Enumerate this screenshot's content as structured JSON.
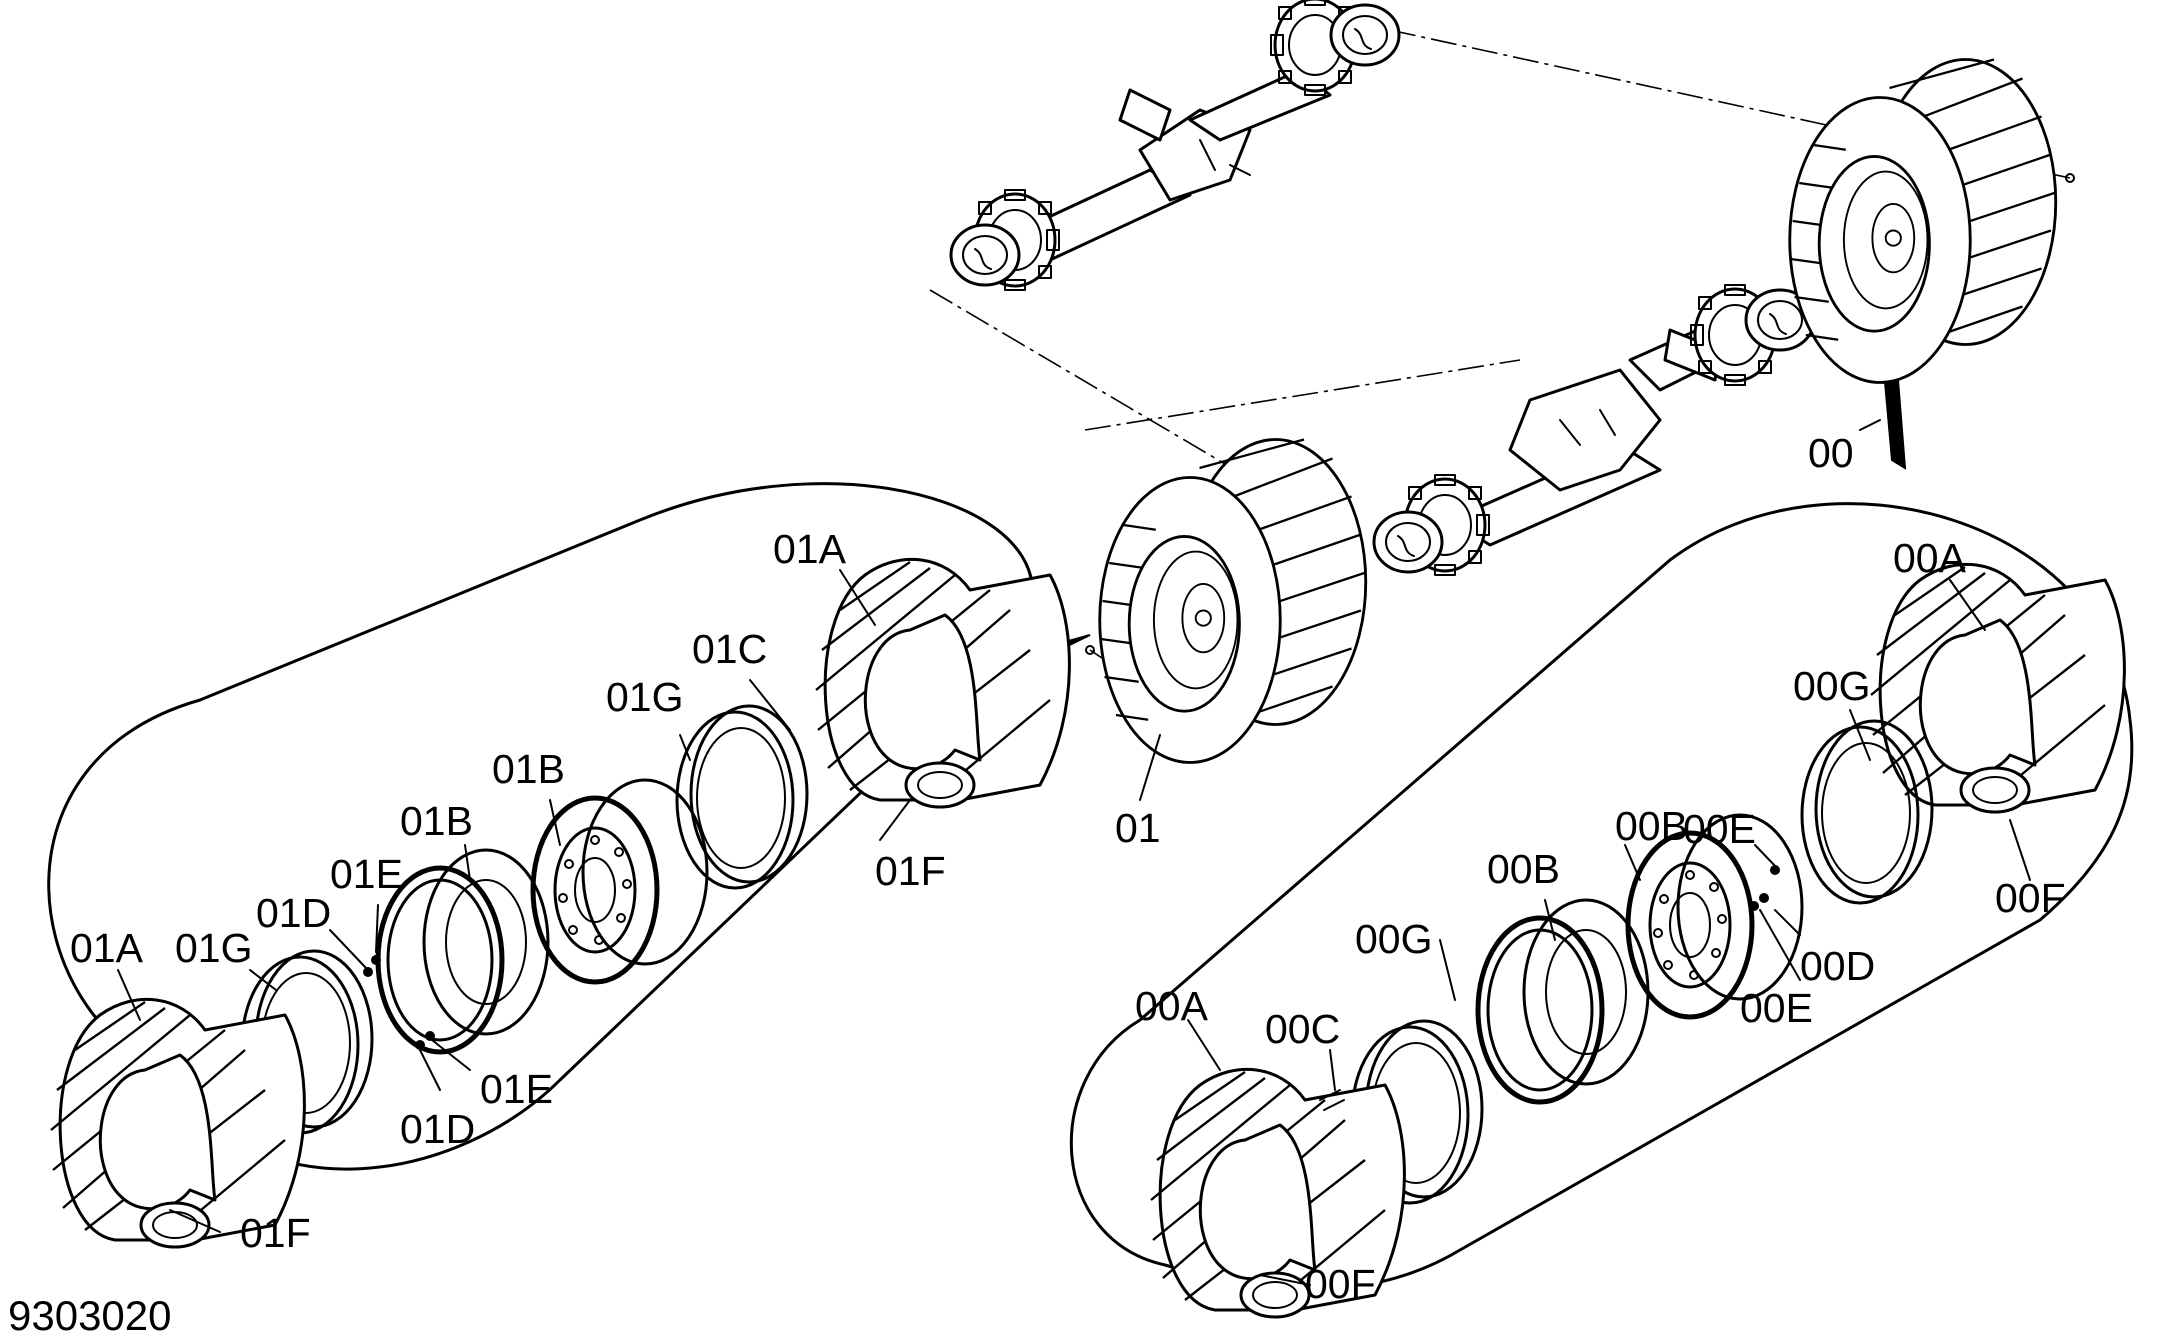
{
  "figure_number": "9303020",
  "labels": {
    "main_front": "00",
    "main_rear": "01",
    "left": {
      "a_top": "01A",
      "c": "01C",
      "g_top": "01G",
      "b1": "01B",
      "b2": "01B",
      "e_top": "01E",
      "d_top": "01D",
      "a_bottom": "01A",
      "g_bottom": "01G",
      "f_top": "01F",
      "e_bottom": "01E",
      "d_bottom": "01D",
      "f_bottom": "01F"
    },
    "right": {
      "a_top": "00A",
      "g_top": "00G",
      "b1": "00B",
      "e_top": "00E",
      "f_top": "00F",
      "b2": "00B",
      "d": "00D",
      "g_bottom": "00G",
      "e_bottom": "00E",
      "a_bottom": "00A",
      "c": "00C",
      "f_bottom": "00F"
    }
  },
  "colors": {
    "line": "#000000",
    "background": "#ffffff"
  },
  "icons": [
    "axle-icon",
    "tyre-icon",
    "rim-icon",
    "ring-icon",
    "valve-icon",
    "tube-icon"
  ]
}
